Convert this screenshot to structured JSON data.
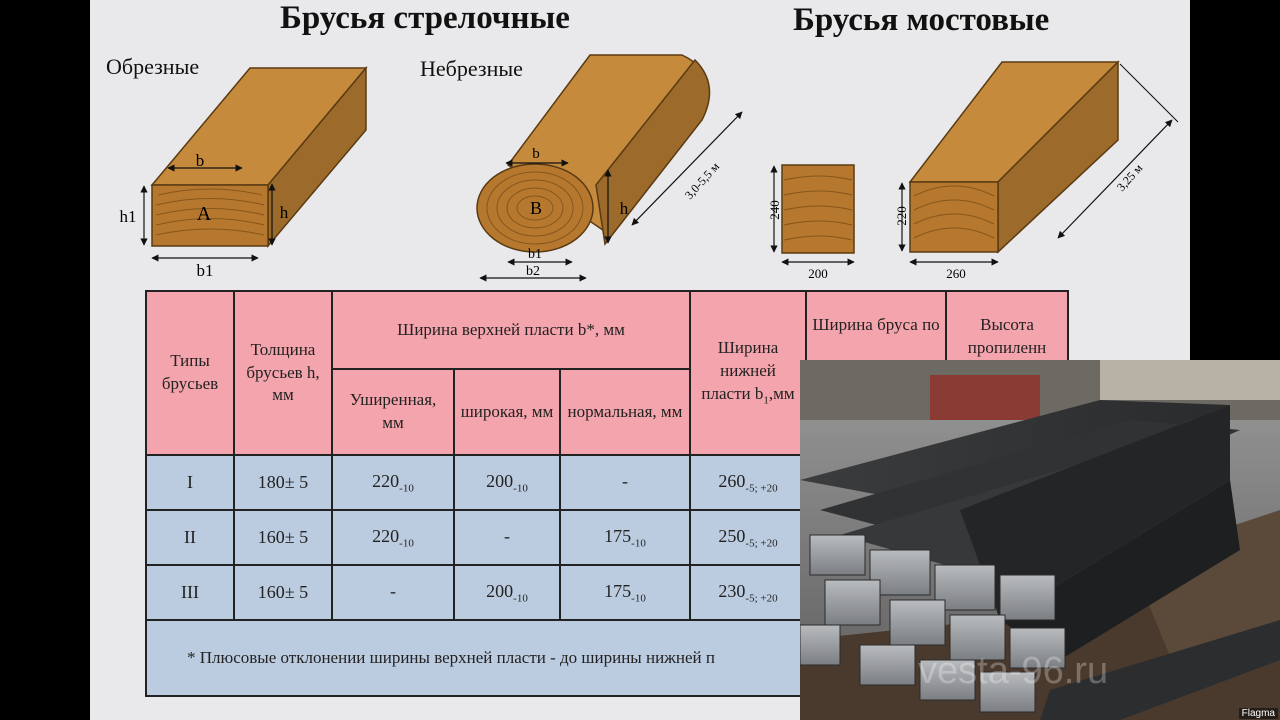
{
  "titles": {
    "switch": "Брусья стрелочные",
    "bridge": "Брусья мостовые"
  },
  "captions": {
    "edged": "Обрезные",
    "unedged": "Небрезные"
  },
  "diagram_labels": {
    "a_letter": "A",
    "a_b": "b",
    "a_h": "h",
    "a_h1": "h1",
    "a_b1": "b1",
    "b_letter": "B",
    "b_b": "b",
    "b_h": "h",
    "b_b1": "b1",
    "b_b2": "b2",
    "b_length": "3,0-5,5 м",
    "bridge_h": "240",
    "bridge_w": "200",
    "bridge2_h": "220",
    "bridge2_w": "260",
    "bridge2_length": "3,25 м"
  },
  "table": {
    "col_types": "Типы брусьев",
    "col_thickness": "Толщина брусьев h, мм",
    "col_top_width": "Ширина верхней пласти b*, мм",
    "col_widened": "Уширенная, мм",
    "col_wide": "широкая, мм",
    "col_normal": "нормальная, мм",
    "col_bottom_width": "Ширина нижней пласти b",
    "col_bottom_width_unit": ",мм",
    "col_bottom_width_sub": "1",
    "col_width_by": "Ширина бруса по",
    "col_saw_height": "Высота пропиленн",
    "rows": [
      {
        "type": "I",
        "thick": "180± 5",
        "widened": "220",
        "widened_tol": "-10",
        "wide": "200",
        "wide_tol": "-10",
        "normal": "-",
        "normal_tol": "",
        "bottom": "260",
        "bottom_tol": "-5; +20"
      },
      {
        "type": "II",
        "thick": "160± 5",
        "widened": "220",
        "widened_tol": "-10",
        "wide": "-",
        "wide_tol": "",
        "normal": "175",
        "normal_tol": "-10",
        "bottom": "250",
        "bottom_tol": "-5; +20"
      },
      {
        "type": "III",
        "thick": "160± 5",
        "widened": "-",
        "widened_tol": "",
        "wide": "200",
        "wide_tol": "-10",
        "normal": "175",
        "normal_tol": "-10",
        "bottom": "230",
        "bottom_tol": "-5; +20"
      }
    ],
    "note": "* Плюсовые отклонении ширины верхней пласти - до ширины нижней п"
  },
  "photo": {
    "watermark": "vesta-96.ru",
    "badge": "Flagma"
  },
  "colors": {
    "wood_top": "#c58a3c",
    "wood_side": "#9c6a2a",
    "wood_face": "#b5782e",
    "header_pink": "#f4a4ac",
    "body_blue": "#bccce0"
  }
}
